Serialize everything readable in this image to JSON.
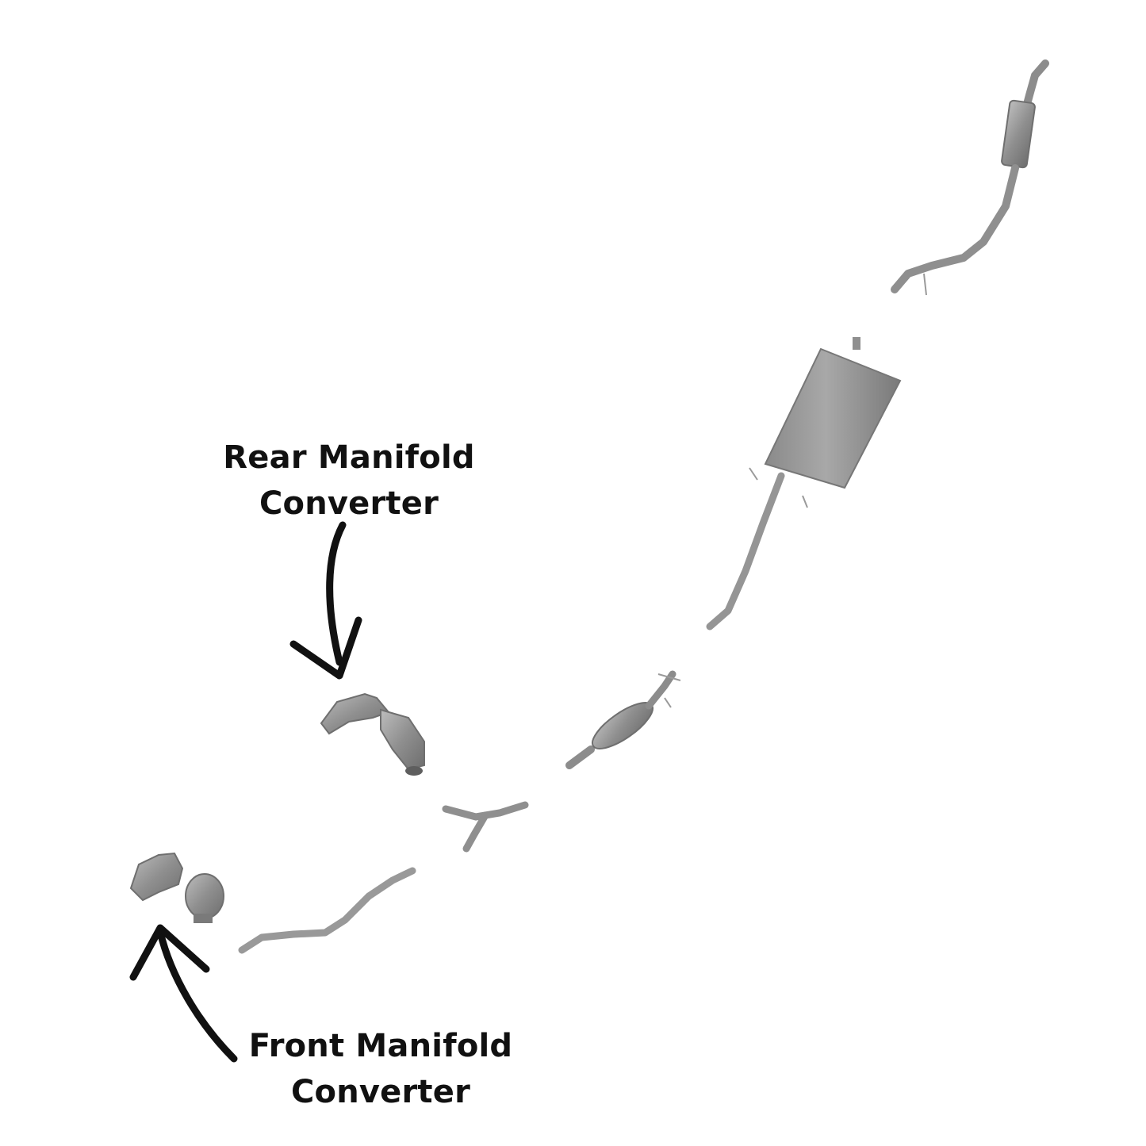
{
  "labels": {
    "rear": {
      "line1": "Rear Manifold",
      "line2": "Converter"
    },
    "front": {
      "line1": "Front Manifold",
      "line2": "Converter"
    }
  },
  "colors": {
    "background": "#ffffff",
    "pipe": "#9a9a9a",
    "pipe_dark": "#6f6f6f",
    "pipe_light": "#c4c4c4",
    "arrow": "#111111",
    "text": "#111111"
  },
  "icons": {
    "rear_arrow": "curved-arrow-down-icon",
    "front_arrow": "curved-arrow-up-icon"
  }
}
